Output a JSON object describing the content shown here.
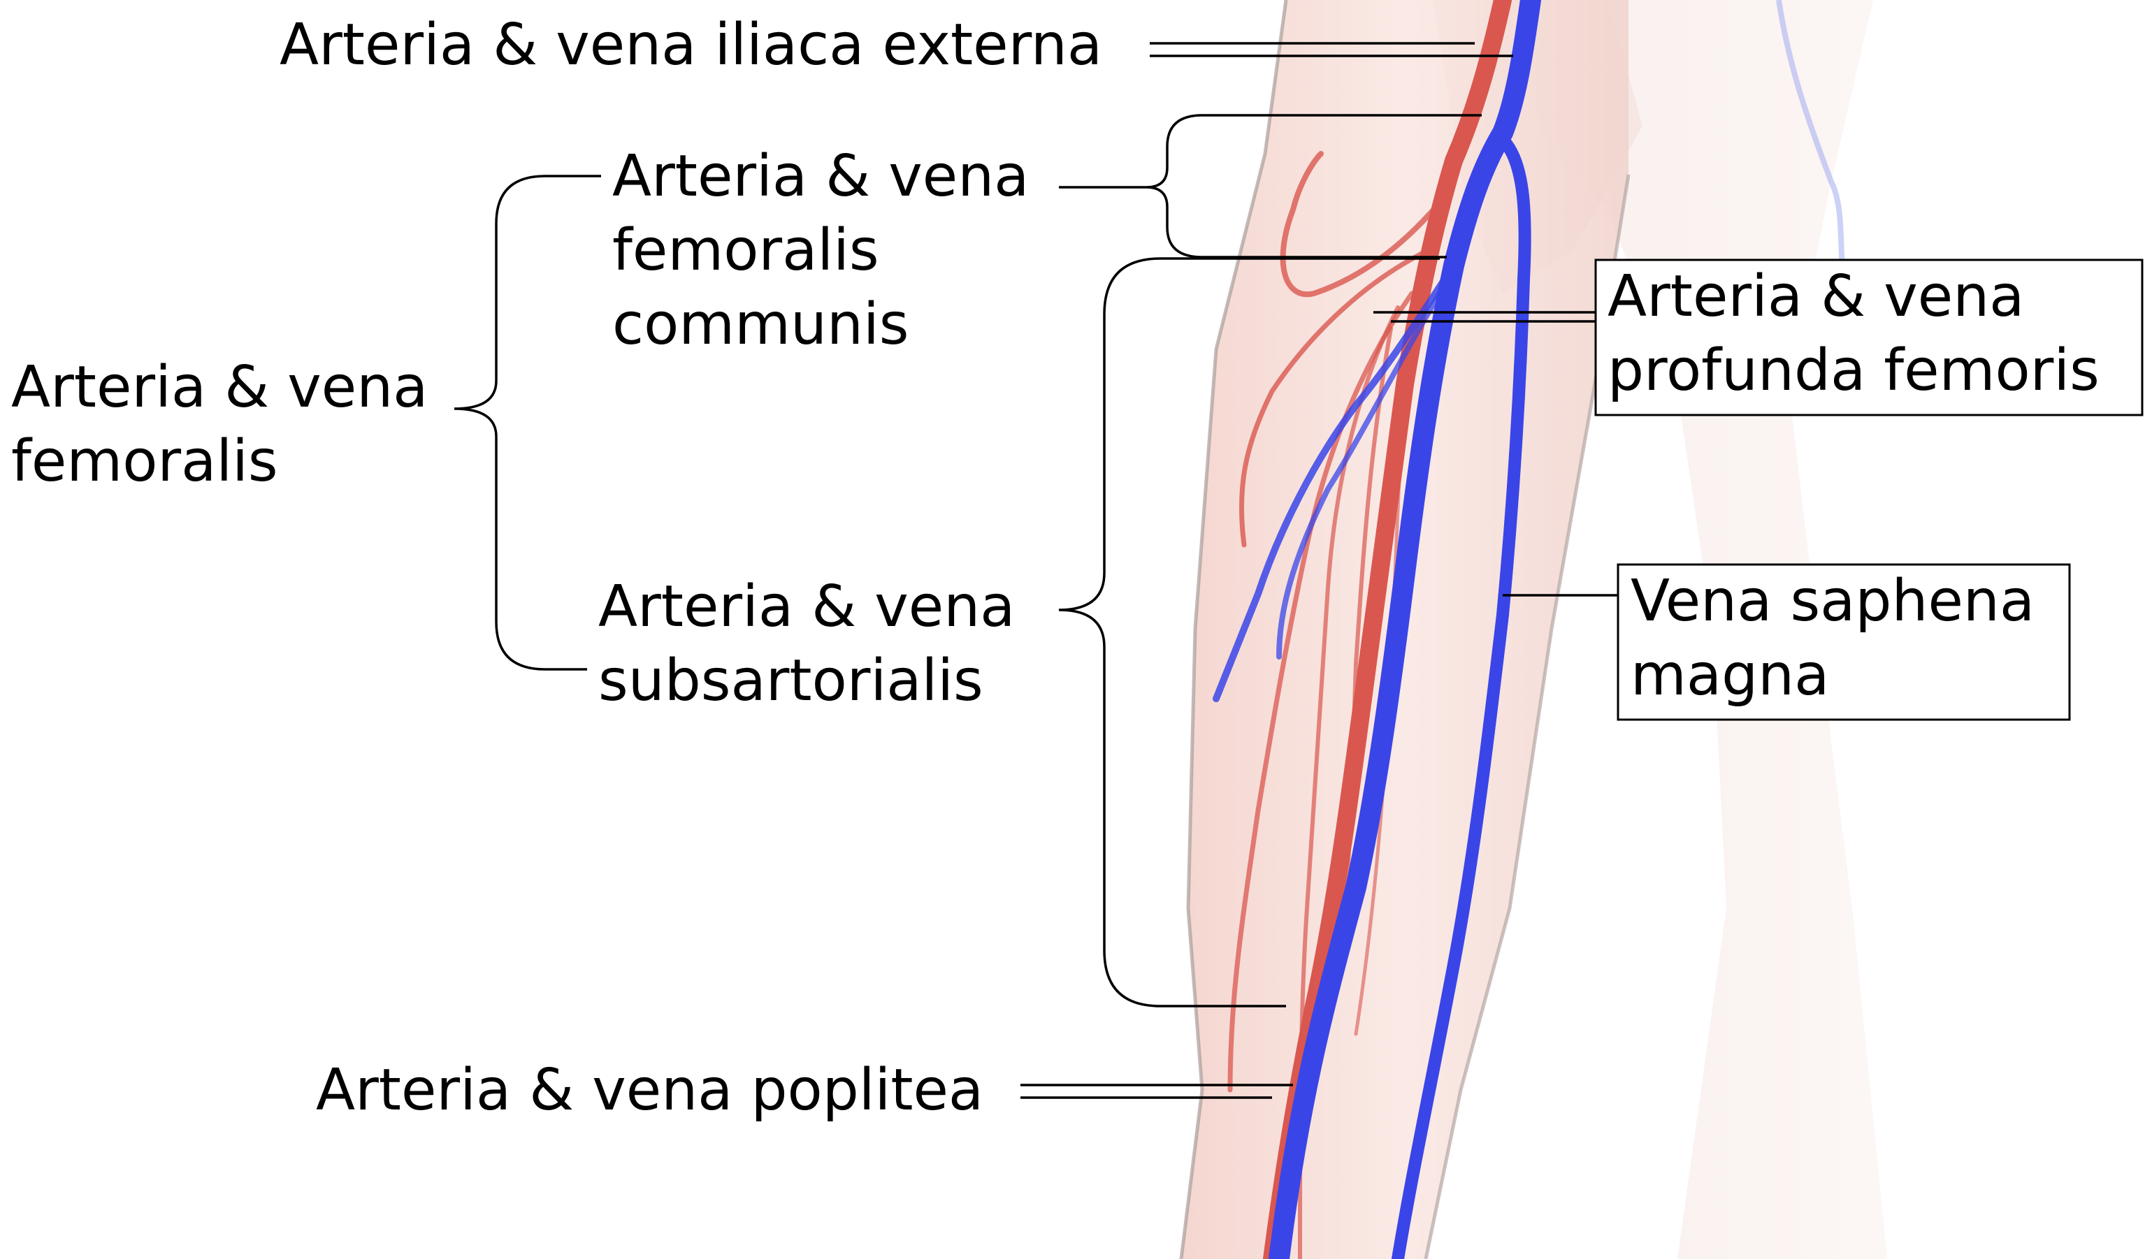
{
  "labels": {
    "iliaca_externa": "Arteria & vena iliaca externa",
    "femoralis_communis": [
      "Arteria & vena",
      "femoralis",
      "communis"
    ],
    "femoralis": [
      "Arteria & vena",
      "femoralis"
    ],
    "profunda_femoris": [
      "Arteria & vena",
      "profunda femoris"
    ],
    "subsartorialis": [
      "Arteria & vena",
      "subsartorialis"
    ],
    "saphena_magna": [
      "Vena saphena",
      "magna"
    ],
    "poplitea": "Arteria & vena poplitea"
  },
  "colors": {
    "artery": "#d9574f",
    "vein": "#3a45e8",
    "skin": "#f6dcd6",
    "label_text": "#000000",
    "leader": "#000000"
  }
}
